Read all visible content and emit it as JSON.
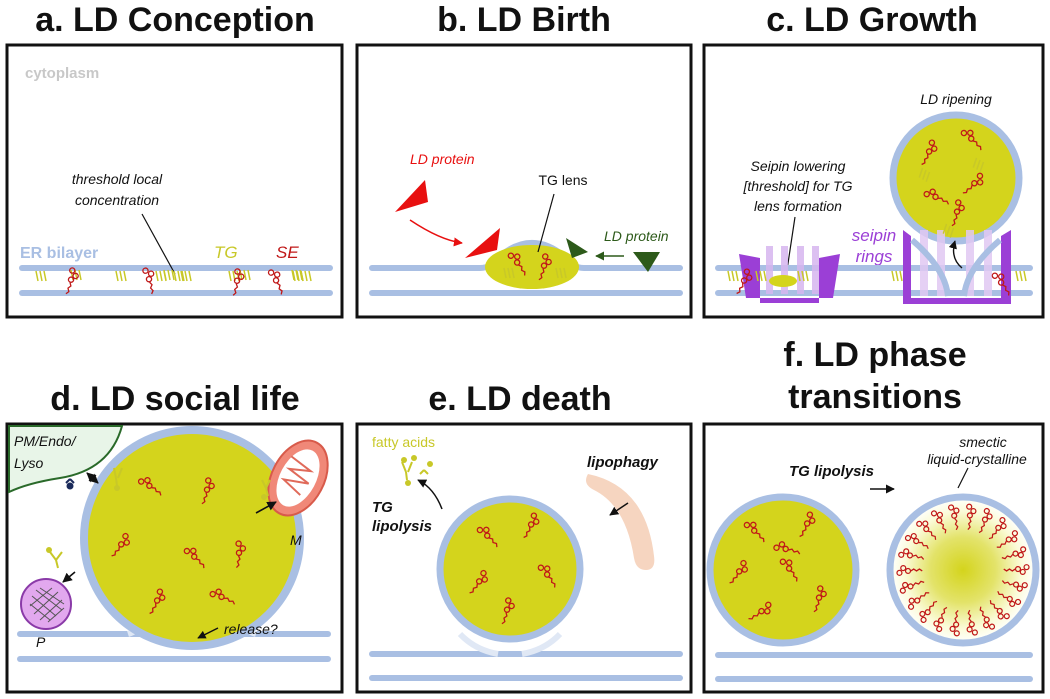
{
  "panels": {
    "a": {
      "title": "a. LD Conception",
      "cytoplasm": "cytoplasm",
      "threshold": [
        "threshold local",
        "concentration"
      ],
      "er": "ER bilayer",
      "tg": "TG",
      "se": "SE"
    },
    "b": {
      "title": "b. LD Birth",
      "ld_protein_red": "LD protein",
      "tg_lens": "TG lens",
      "ld_protein_green": "LD protein"
    },
    "c": {
      "title": "c. LD Growth",
      "ripening": "LD ripening",
      "seipin_lowering": [
        "Seipin lowering",
        "[threshold] for TG",
        "lens formation"
      ],
      "seipin_rings": [
        "seipin",
        "rings"
      ]
    },
    "d": {
      "title": "d. LD social life",
      "pm": [
        "PM/Endo/",
        "Lyso"
      ],
      "m": "M",
      "p": "P",
      "release": "release?"
    },
    "e": {
      "title": "e. LD death",
      "fatty_acids": "fatty acids",
      "lipophagy": "lipophagy",
      "tg_lipolysis": [
        "TG",
        "lipolysis"
      ]
    },
    "f": {
      "title": [
        "f. LD phase",
        "transitions"
      ],
      "tg_lipolysis": "TG lipolysis",
      "smectic": [
        "smectic",
        "liquid-crystalline"
      ]
    }
  },
  "colors": {
    "membrane": "#a9bfe3",
    "droplet_core": "#d4d41c",
    "ld_protein_red": "#e81010",
    "ld_protein_green": "#2d5a1a",
    "seipin": "#9b3fd6",
    "sterol_ester": "#c01818",
    "triglyceride": "#c8c828",
    "cytoplasm_label": "#c8c8c8",
    "lipophagy": "#f6d5c0",
    "mito": "#f08878",
    "peroxisome": "#e2a8ee",
    "pm_fill": "#e8f5e8",
    "pm_line": "#2a6a2a"
  },
  "icons": [
    "sterol-ester-molecule",
    "triglyceride-molecule",
    "mitochondrion-icon",
    "peroxisome-icon",
    "autophagosome-membrane"
  ]
}
